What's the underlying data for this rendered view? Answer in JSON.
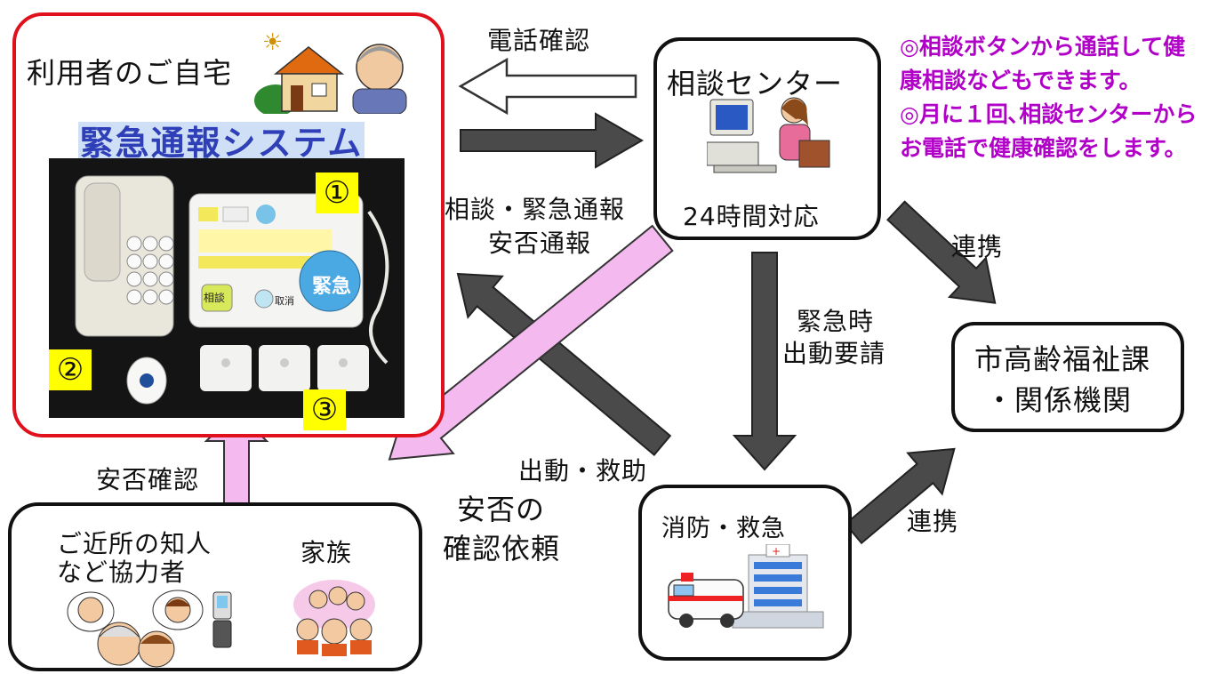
{
  "nodes": {
    "home": {
      "title": "利用者のご自宅",
      "system_title": "緊急通報システム",
      "markers": [
        "①",
        "②",
        "③"
      ],
      "device_labels": {
        "consult": "相談",
        "cancel": "取消",
        "emergency": "緊急"
      }
    },
    "center": {
      "title": "相談センター",
      "hours": "24時間対応"
    },
    "city": {
      "line1": "市高齢福祉課",
      "line2": "・関係機関"
    },
    "fire": {
      "title": "消防・救急"
    },
    "helpers": {
      "label1": "ご近所の知人",
      "label2": "など協力者",
      "family": "家族"
    }
  },
  "edges": {
    "phone_check": "電話確認",
    "consult_line1": "相談・緊急通報",
    "consult_line2": "安否通報",
    "emergency_line1": "緊急時",
    "emergency_line2": "出動要請",
    "dispatch": "出動・救助",
    "link_city": "連携",
    "link_fire": "連携",
    "safety_check": "安否確認",
    "request_line1": "安否の",
    "request_line2": "確認依頼"
  },
  "notes": {
    "line1": "◎相談ボタンから通話して健",
    "line2": "康相談などもできます。",
    "line3": "◎月に１回､相談センターから",
    "line4": "お電話で健康確認をします。"
  },
  "colors": {
    "home_border": "#e0101c",
    "dark_arrow": "#4a4a4a",
    "pink_arrow": "#f4b9ee",
    "note_text": "#b100c7",
    "marker_bg": "#ffff00",
    "system_title": "#2f3fb8"
  }
}
